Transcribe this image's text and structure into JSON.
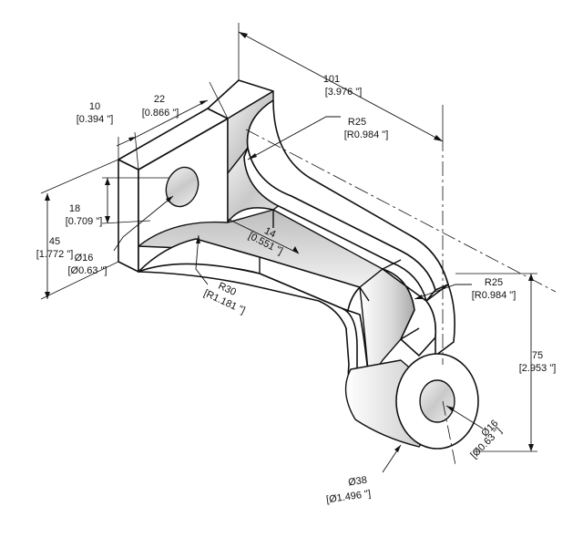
{
  "dimensions": {
    "d101": {
      "mm": "101",
      "in": "[3.976 \"]"
    },
    "d10": {
      "mm": "10",
      "in": "[0.394 \"]"
    },
    "d22": {
      "mm": "22",
      "in": "[0.866 \"]"
    },
    "r25_top": {
      "mm": "R25",
      "in": "[R0.984 \"]"
    },
    "d18": {
      "mm": "18",
      "in": "[0.709 \"]"
    },
    "d45": {
      "mm": "45",
      "in": "[1.772 \"]"
    },
    "d16_left": {
      "mm": "Ø16",
      "in": "[Ø0.63 \"]"
    },
    "d14": {
      "mm": "14",
      "in": "[0.551 \"]"
    },
    "r30": {
      "mm": "R30",
      "in": "[R1.181 \"]"
    },
    "r25_right": {
      "mm": "R25",
      "in": "[R0.984 \"]"
    },
    "d75": {
      "mm": "75",
      "in": "[2.953 \"]"
    },
    "d16_right": {
      "mm": "Ø16",
      "in": "[Ø0.63 \"]"
    },
    "d38": {
      "mm": "Ø38",
      "in": "[Ø1.496 \"]"
    }
  }
}
